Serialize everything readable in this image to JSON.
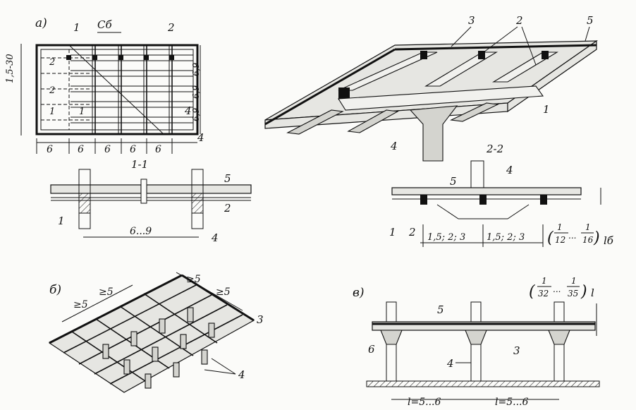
{
  "labels": {
    "fig_a": "а)",
    "fig_b": "б)",
    "fig_v": "в)",
    "section_1_1": "1-1",
    "section_2_2": "2-2",
    "edge_dim": "1,5-30",
    "c_b": "Сб",
    "plan_col_dims": [
      "6",
      "6",
      "6",
      "6",
      "6"
    ],
    "plan_row_dims": [
      "6,9",
      "6,9",
      "6,9"
    ],
    "plan_marks": [
      "2",
      "2",
      "1",
      "1"
    ],
    "span_1_1": "6...9",
    "span_2_2_left": "1,5; 2; 3",
    "span_2_2_right": "1,5; 2; 3",
    "ratio_2_2_num": "1",
    "ratio_2_2_den_a": "12",
    "ratio_2_2_den_b": "16",
    "ratio_2_2_suffix": "lб",
    "grid_dim_left": "≥5",
    "grid_dim_left2": "≥5",
    "grid_dim_right": "≥5",
    "grid_dim_right2": "≥5",
    "ratio_v_num": "1",
    "ratio_v_den_a": "32",
    "ratio_v_den_b": "35",
    "ratio_v_suffix": "l",
    "span_v_left": "l=5...6",
    "span_v_right": "l=5...6",
    "num_1": "1",
    "num_2": "2",
    "num_3": "3",
    "num_4": "4",
    "num_5": "5",
    "num_6": "6"
  }
}
